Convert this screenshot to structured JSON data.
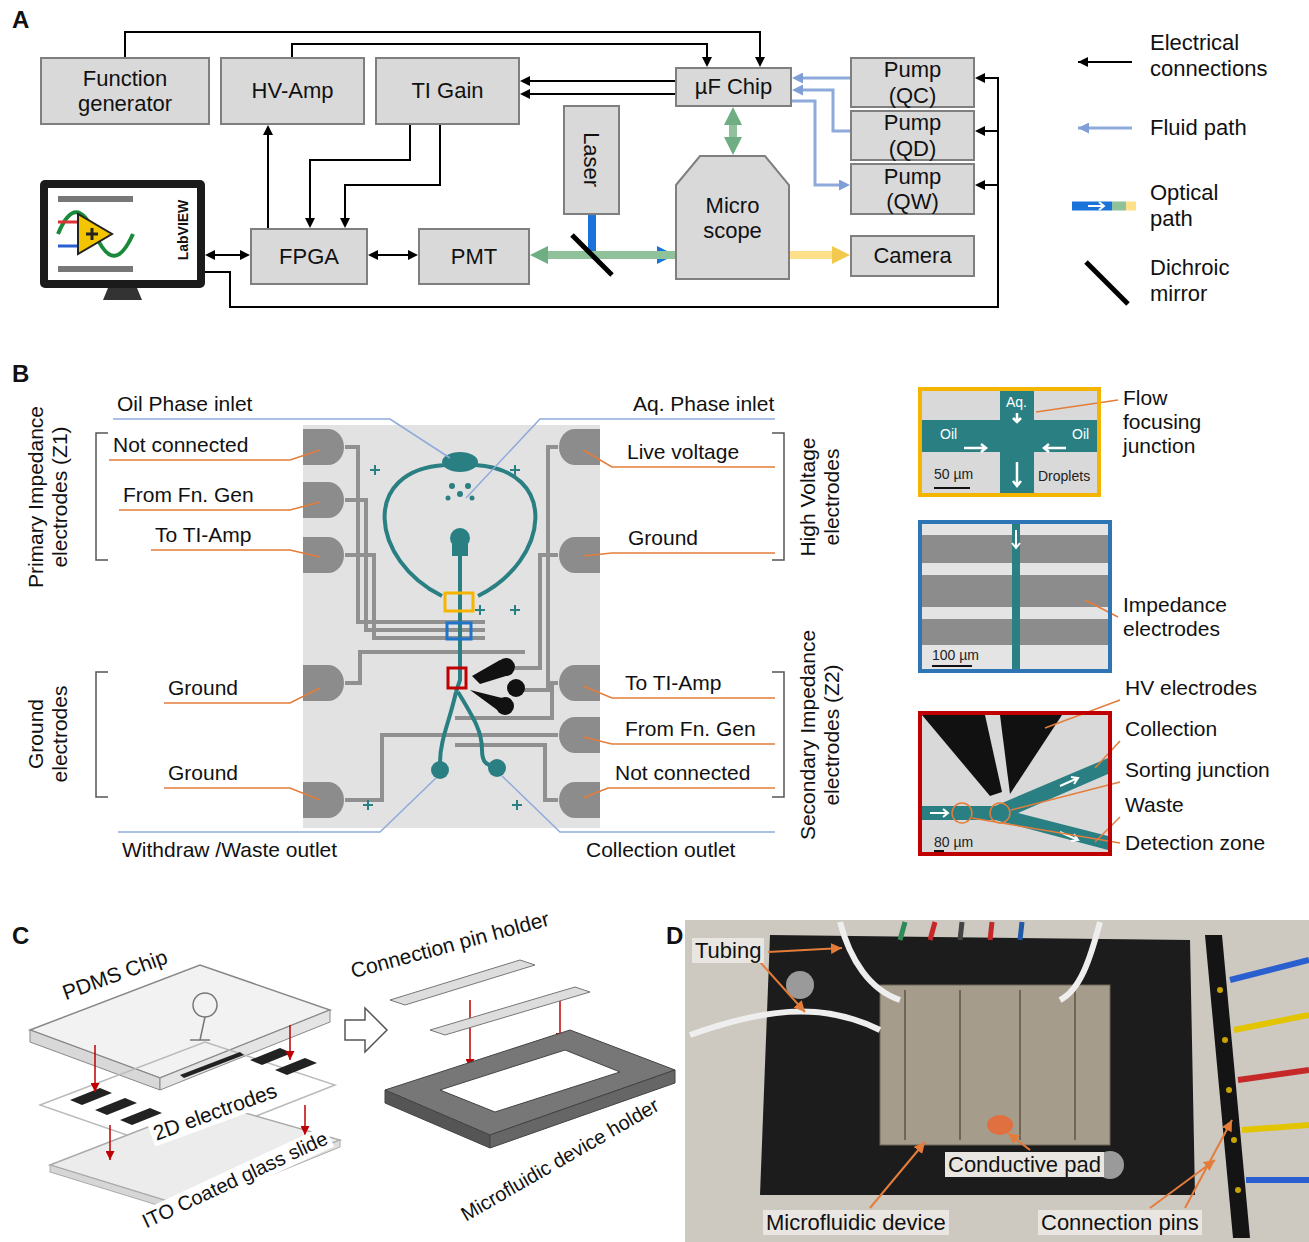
{
  "diagram": {
    "nodes": [
      {
        "text": [
          "Function generator"
        ]
      },
      {
        "text": [
          "HV-Amp"
        ]
      },
      {
        "text": [
          "TI Gain"
        ]
      },
      {
        "text": [
          "µF Chip"
        ]
      },
      {
        "text": [
          "Pump (QC)"
        ]
      },
      {
        "text": [
          "Pump (QD)"
        ]
      },
      {
        "text": [
          "Pump (QW)"
        ]
      },
      {
        "text": [
          "Laser"
        ]
      },
      {
        "text": [
          "Micro scope"
        ]
      },
      {
        "text": [
          "Camera"
        ]
      },
      {
        "text": [
          "FPGA"
        ]
      },
      {
        "text": [
          "PMT"
        ]
      },
      {
        "text": [
          "LabVIEW"
        ]
      },
      {
        "text": [
          "Aq.",
          "Oil",
          "Oil",
          "Droplets",
          "50 µm"
        ]
      },
      {
        "text": [
          "100 µm"
        ]
      },
      {
        "text": [
          "80 µm"
        ]
      }
    ],
    "edges": [
      {
        "from": 0,
        "to": 3,
        "arrow": "to"
      },
      {
        "from": 1,
        "to": 3,
        "arrow": "to"
      },
      {
        "from": 3,
        "to": 2,
        "arrow": "to"
      },
      {
        "from": 3,
        "to": 2,
        "arrow": "to"
      },
      {
        "from": 2,
        "to": 10,
        "arrow": "to"
      },
      {
        "from": 2,
        "to": 10,
        "arrow": "to"
      },
      {
        "from": 10,
        "to": 1,
        "arrow": "to"
      },
      {
        "from": 12,
        "to": 10,
        "arrow": "both"
      },
      {
        "from": 10,
        "to": 11,
        "arrow": "both"
      },
      {
        "from": 12,
        "to": 4,
        "arrow": "to"
      },
      {
        "from": 12,
        "to": 5,
        "arrow": "to"
      },
      {
        "from": 12,
        "to": 6,
        "arrow": "to"
      },
      {
        "from": 4,
        "to": 3,
        "arrow": "to"
      },
      {
        "from": 5,
        "to": 3,
        "arrow": "to"
      },
      {
        "from": 3,
        "to": 6,
        "arrow": "to"
      },
      {
        "from": 7,
        "to": 8,
        "arrow": "to"
      },
      {
        "from": 8,
        "to": 11,
        "arrow": "to"
      },
      {
        "from": 8,
        "to": 3,
        "arrow": "both"
      },
      {
        "from": 8,
        "to": 9,
        "arrow": "to"
      }
    ],
    "labels": [
      "A",
      "B",
      "Oil Phase inlet",
      "Aq. Phase inlet",
      "Not connected",
      "Live voltage",
      "From Fn. Gen",
      "To TI-Amp",
      "Ground",
      "Ground",
      "To TI-Amp",
      "From Fn. Gen",
      "Ground",
      "Not connected",
      "Withdraw /Waste outlet",
      "Collection outlet",
      "Primary Impedance electrodes (Z1)",
      "Ground electrodes",
      "High Voltage electrodes",
      "Secondary Impedance electrodes (Z2)",
      "Flow focusing junction",
      "Impedance electrodes",
      "HV electrodes",
      "Collection",
      "Sorting junction",
      "Waste",
      "Detection zone",
      "C",
      "PDMS Chip",
      "2D electrodes",
      "ITO Coated glass slide",
      "Connection pin holder",
      "Microfluidic device holder",
      "D",
      "Tubing",
      "Conductive pad",
      "Microfluidic device",
      "Connection pins"
    ],
    "legend": [
      {
        "text": "Electrical connections"
      },
      {
        "text": "Fluid path"
      },
      {
        "text": "Optical path"
      },
      {
        "text": "Dichroic mirror"
      }
    ]
  }
}
